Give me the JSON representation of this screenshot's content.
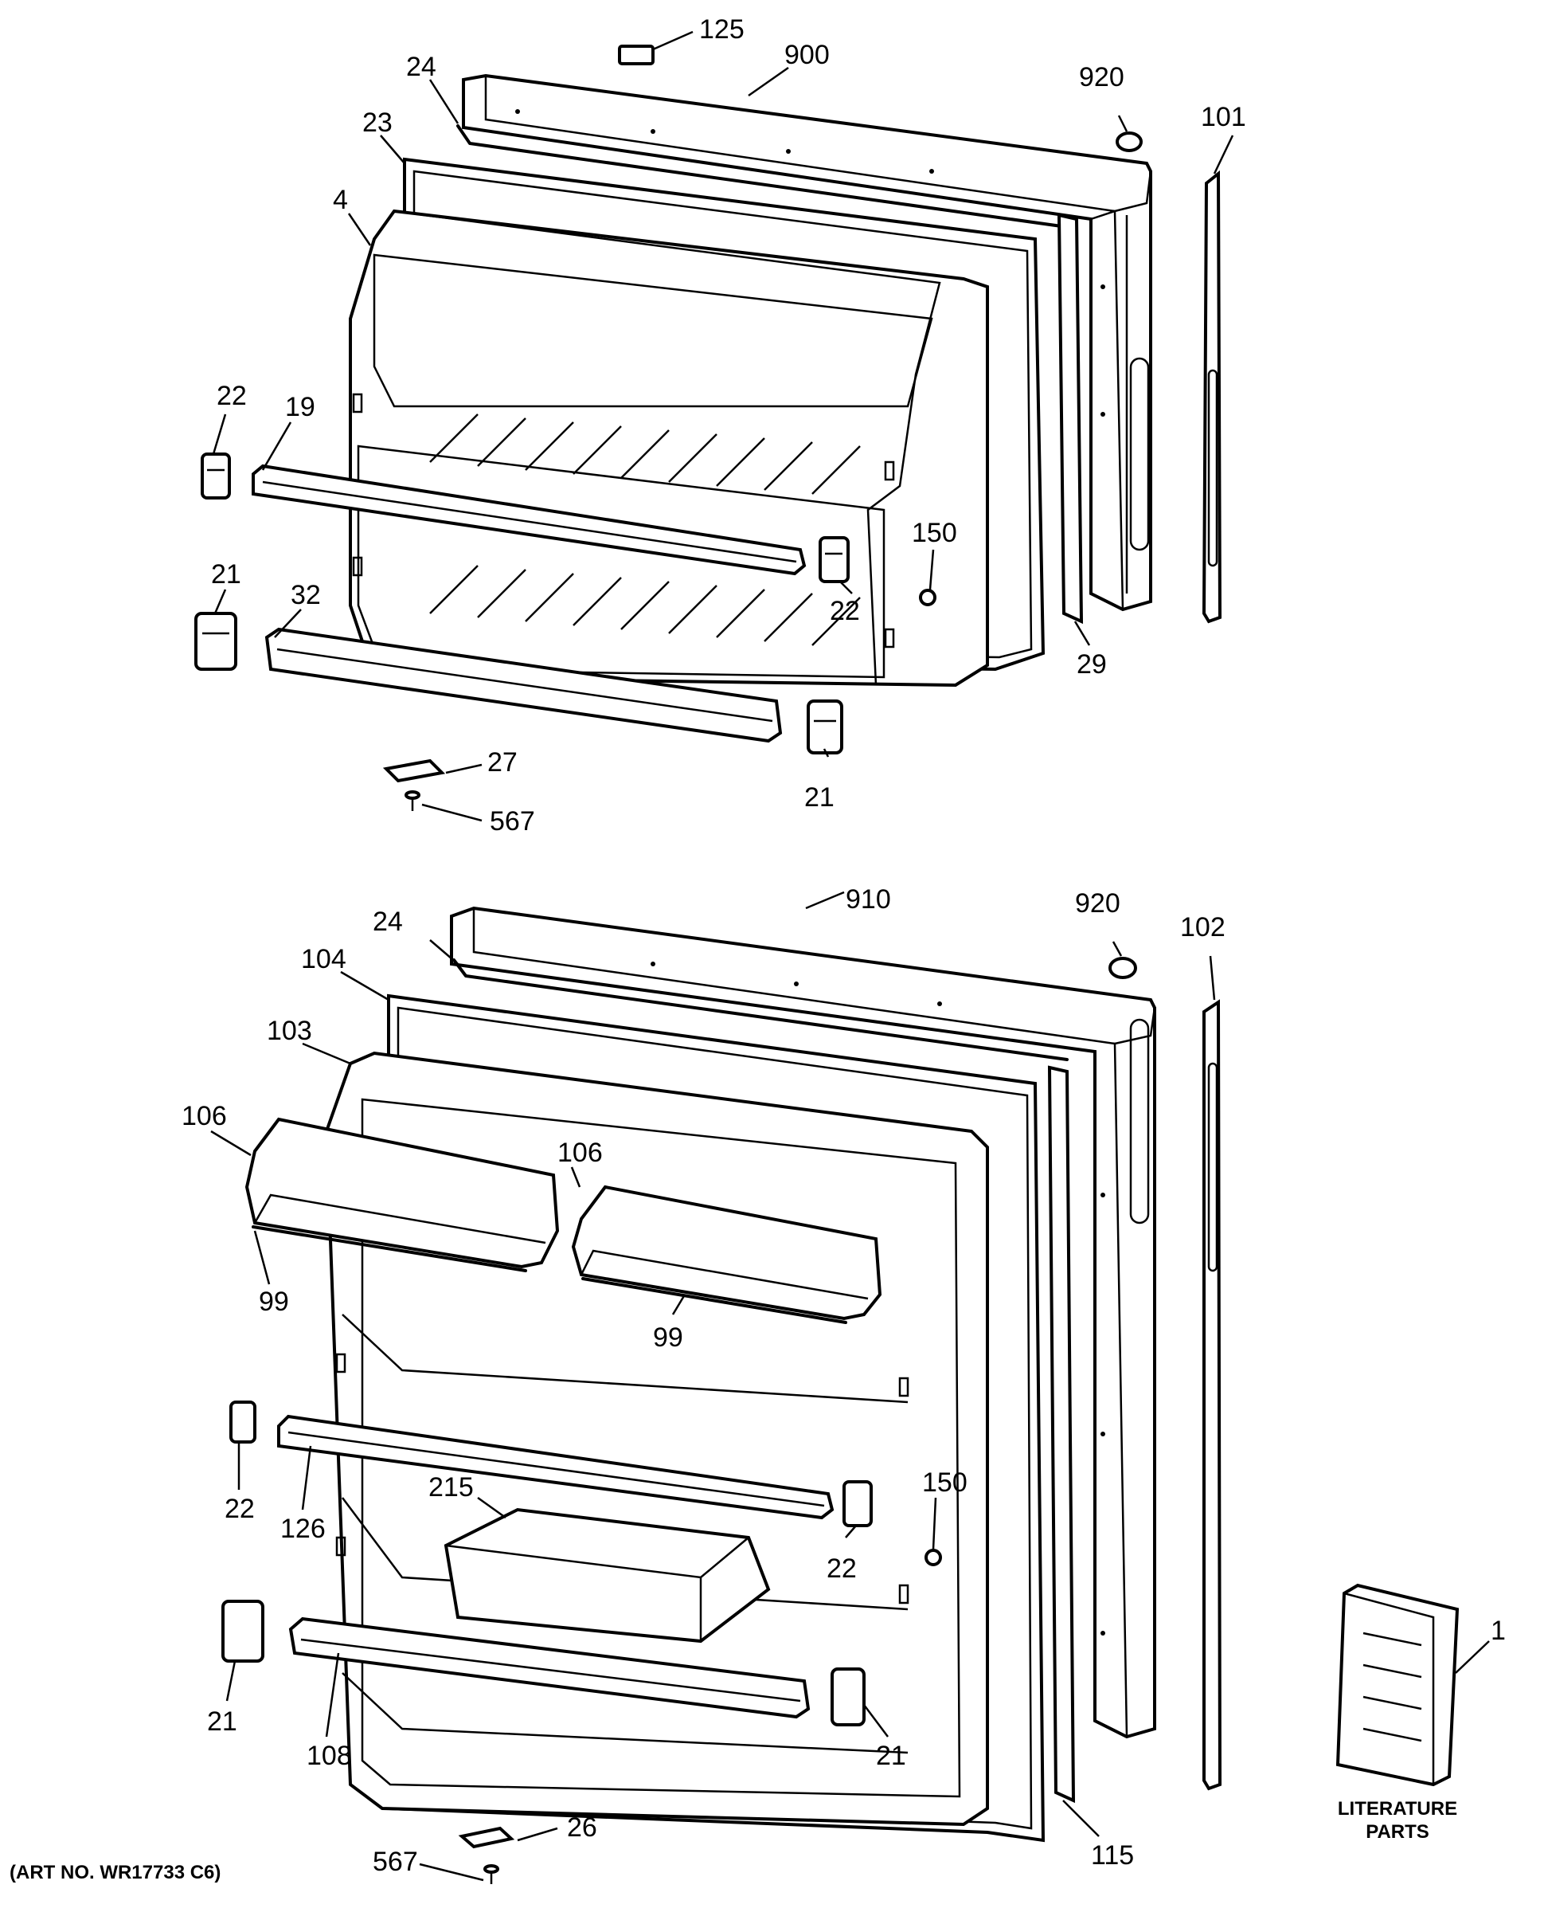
{
  "parts": {
    "p125": "125",
    "p900": "900",
    "p920a": "920",
    "p101": "101",
    "p24a": "24",
    "p23": "23",
    "p4": "4",
    "p22a": "22",
    "p19": "19",
    "p150a": "150",
    "p22b": "22",
    "p21a": "21",
    "p32": "32",
    "p29": "29",
    "p27": "27",
    "p567a": "567",
    "p21b": "21",
    "p910": "910",
    "p920b": "920",
    "p102": "102",
    "p24b": "24",
    "p104": "104",
    "p103": "103",
    "p106a": "106",
    "p106b": "106",
    "p99a": "99",
    "p99b": "99",
    "p22c": "22",
    "p126": "126",
    "p215": "215",
    "p150b": "150",
    "p22d": "22",
    "p21c": "21",
    "p108": "108",
    "p21d": "21",
    "p115": "115",
    "p26": "26",
    "p567b": "567",
    "p1": "1"
  },
  "literature": {
    "line1": "LITERATURE",
    "line2": "PARTS"
  },
  "art_number": "(ART NO. WR17733 C6)"
}
